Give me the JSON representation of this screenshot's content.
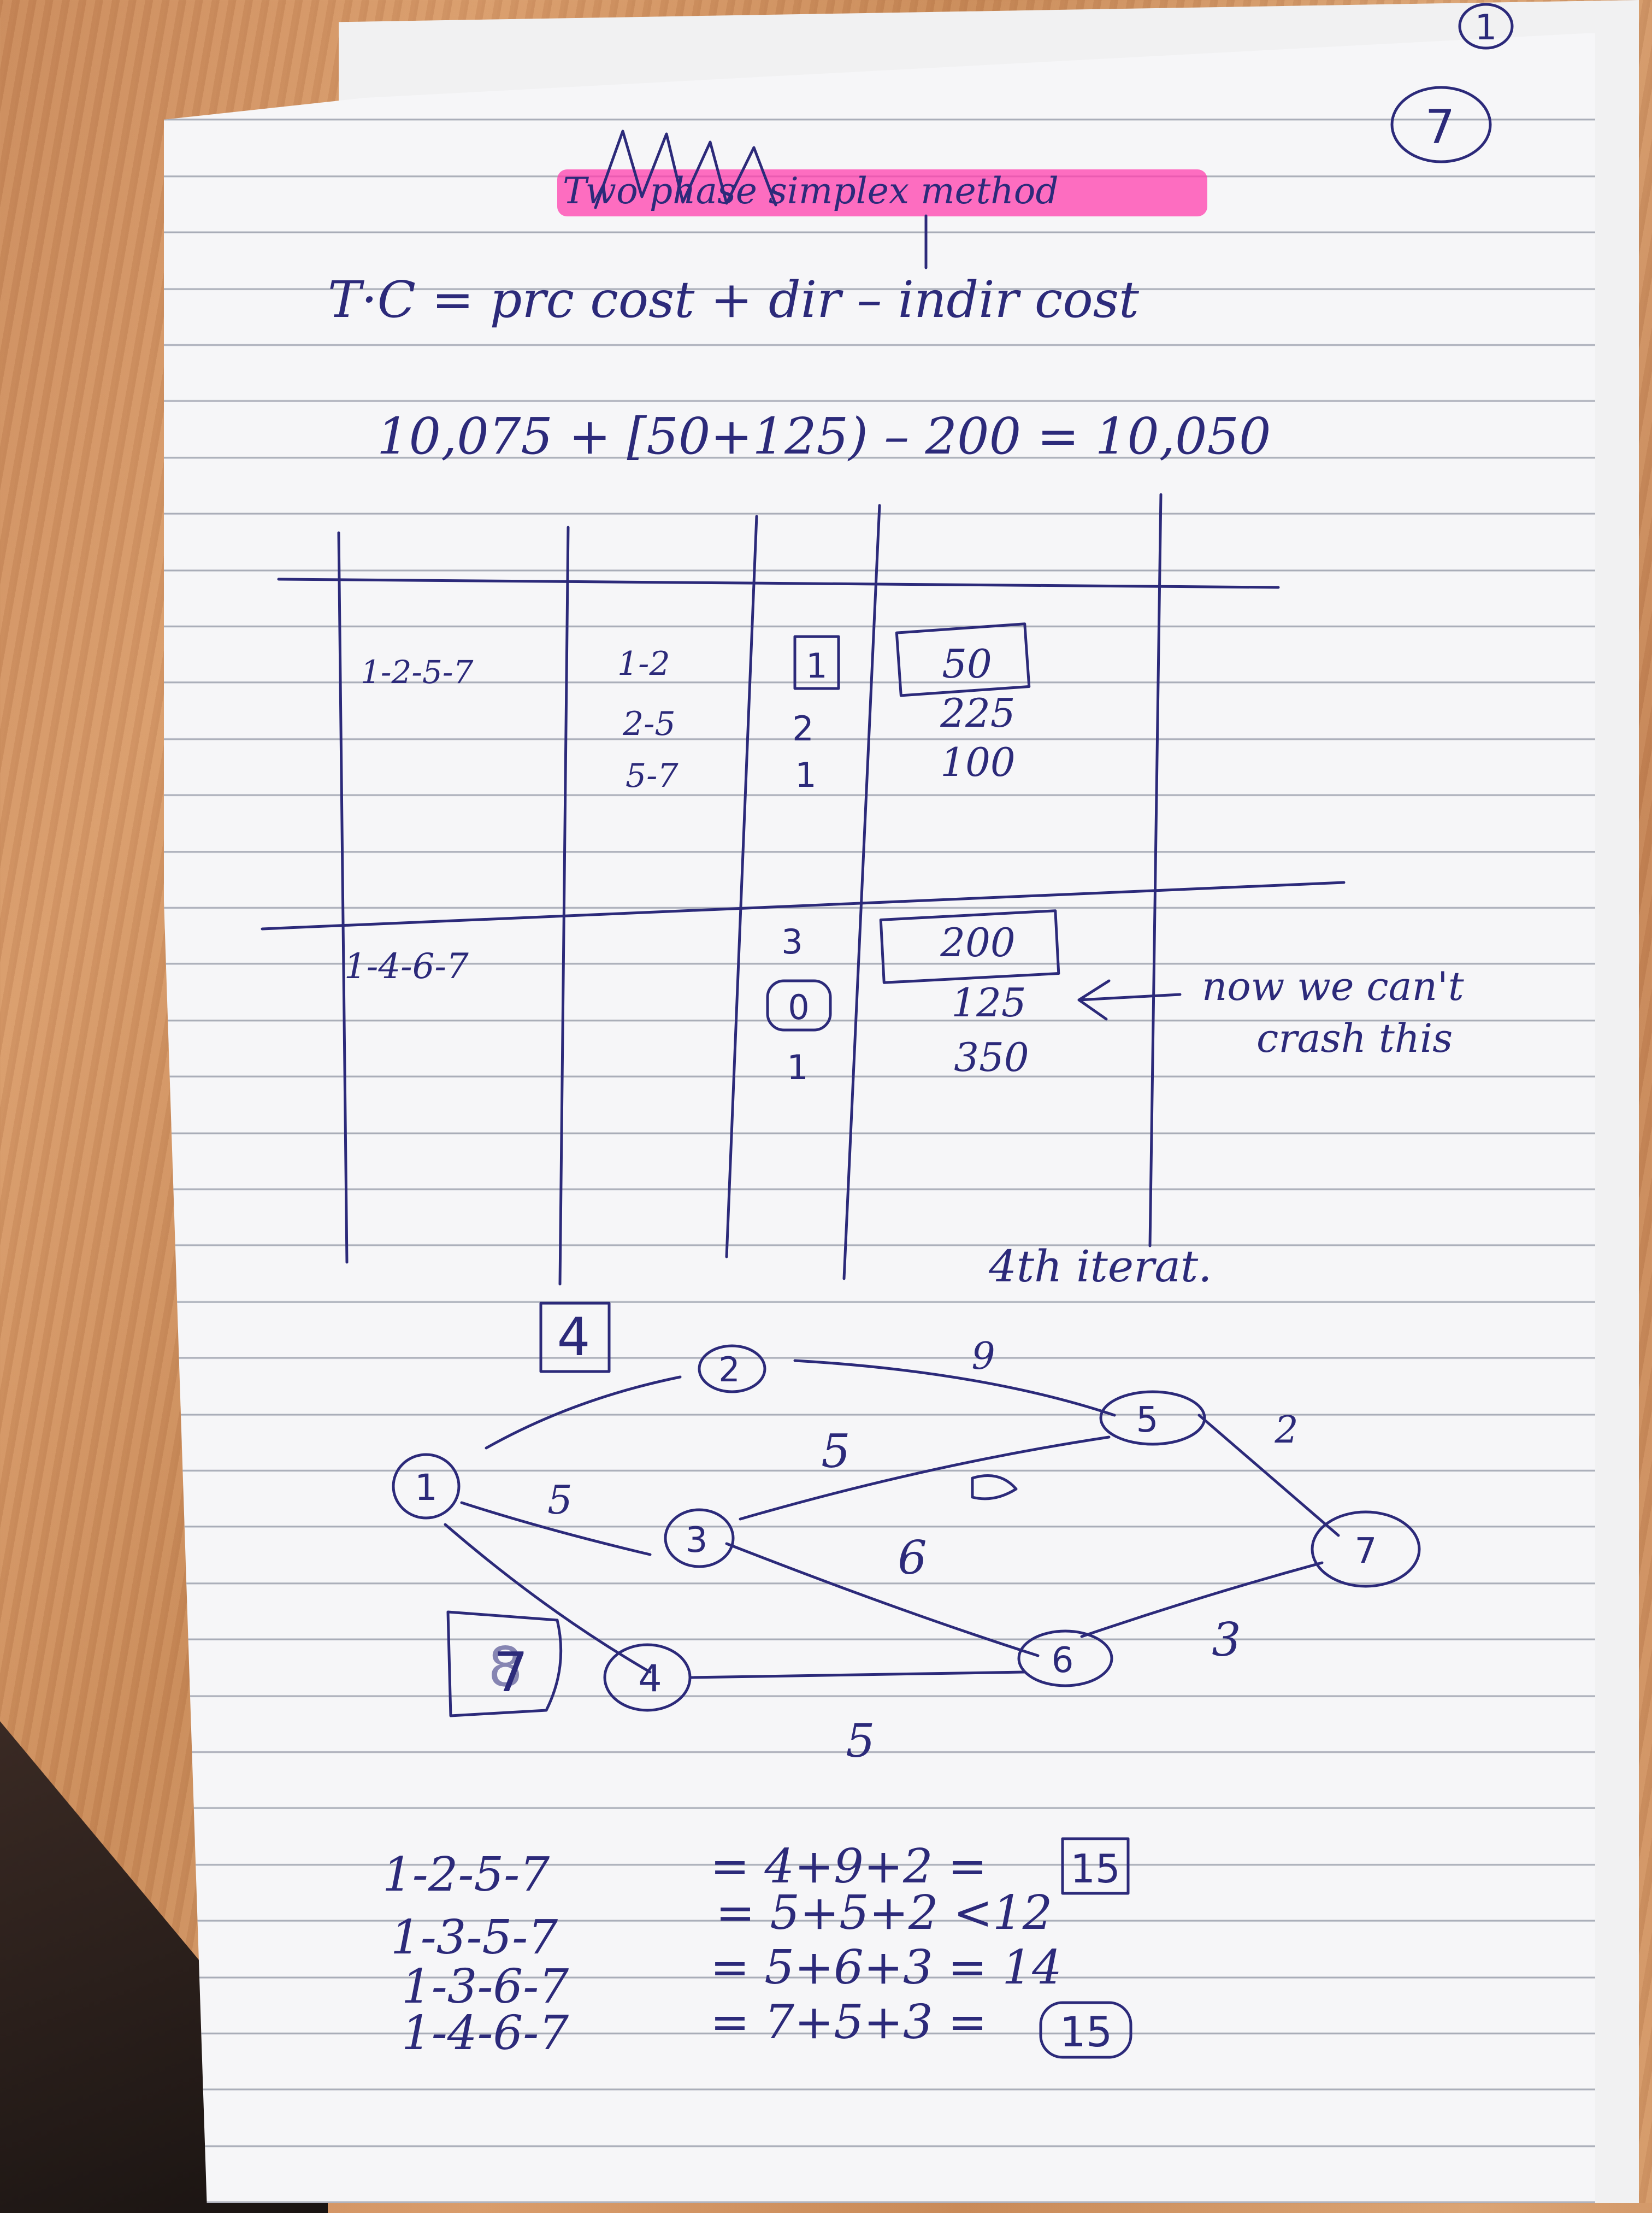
{
  "page": {
    "corner_number": "1",
    "page_number": "7"
  },
  "heading": {
    "title": "Two phase simplex method"
  },
  "formula": {
    "line1": "T·C = prc cost + dir – indir cost",
    "line2": "10,075 + [50+125) – 200 = 10,050"
  },
  "table": {
    "rows": [
      {
        "path": "1-2-5-7",
        "activities": [
          "1-2",
          "2-5",
          "5-7"
        ],
        "durations": [
          "1",
          "2",
          "1"
        ],
        "costs": [
          "50",
          "225",
          "100"
        ],
        "boxed_duration_index": 0,
        "boxed_cost_index": 0
      },
      {
        "path": "1-4-6-7",
        "activities": [],
        "durations": [
          "3",
          "0",
          "1"
        ],
        "costs": [
          "200",
          "125",
          "350"
        ],
        "boxed_duration_index": 1,
        "boxed_cost_index": 0
      }
    ],
    "note_line1": "now we can't",
    "note_line2": "crash this"
  },
  "iteration_label": "4th iterat.",
  "network": {
    "nodes": [
      "1",
      "2",
      "3",
      "4",
      "5",
      "6",
      "7"
    ],
    "edges": [
      {
        "from": "1",
        "to": "2",
        "weight": "4"
      },
      {
        "from": "1",
        "to": "3",
        "weight": "5"
      },
      {
        "from": "1",
        "to": "4",
        "weight": "7"
      },
      {
        "from": "2",
        "to": "5",
        "weight": "9"
      },
      {
        "from": "3",
        "to": "5",
        "weight": "5"
      },
      {
        "from": "3",
        "to": "6",
        "weight": "6"
      },
      {
        "from": "4",
        "to": "6",
        "weight": "5"
      },
      {
        "from": "5",
        "to": "7",
        "weight": "2"
      },
      {
        "from": "6",
        "to": "7",
        "weight": "3"
      }
    ],
    "edge_label_4": "4",
    "edge_label_7": "7",
    "edge_label_7_crossed": "8"
  },
  "paths": [
    {
      "path": "1-2-5-7",
      "sum": "= 4+9+2 =",
      "result": "15",
      "boxed": true
    },
    {
      "path": "1-3-5-7",
      "sum": "= 5+5+2 <12",
      "result": "",
      "boxed": false
    },
    {
      "path": "1-3-6-7",
      "sum": "= 5+6+3 = 14",
      "result": "",
      "boxed": false
    },
    {
      "path": "1-4-6-7",
      "sum": "= 7+5+3 =",
      "result": "15",
      "boxed": true
    }
  ]
}
